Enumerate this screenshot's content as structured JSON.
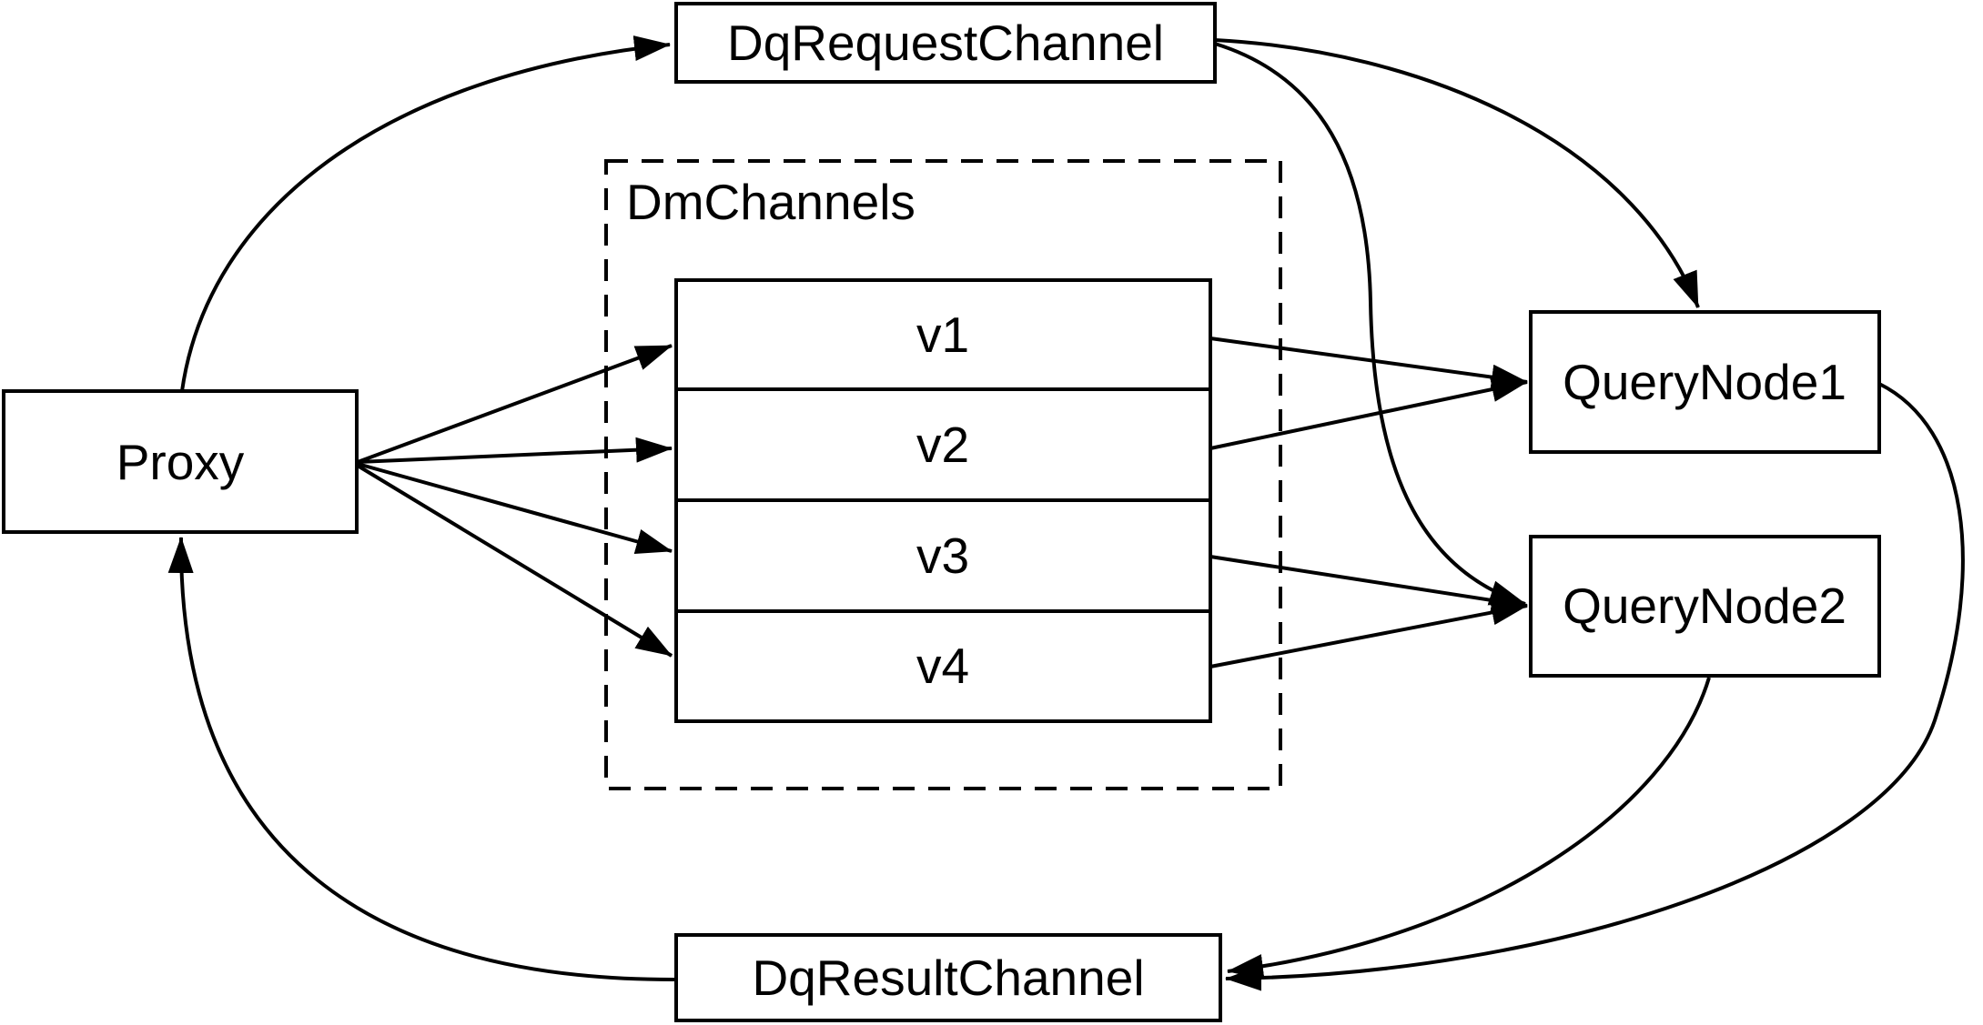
{
  "diagram": {
    "canvas": {
      "background_color": "#ffffff",
      "line_color": "#000000"
    },
    "nodes": {
      "proxy": {
        "label": "Proxy"
      },
      "dq_request_channel": {
        "label": "DqRequestChannel"
      },
      "dm_channels": {
        "label": "DmChannels",
        "style": "dashed-group"
      },
      "channels": [
        {
          "label": "v1"
        },
        {
          "label": "v2"
        },
        {
          "label": "v3"
        },
        {
          "label": "v4"
        }
      ],
      "query_node_1": {
        "label": "QueryNode1"
      },
      "query_node_2": {
        "label": "QueryNode2"
      },
      "dq_result_channel": {
        "label": "DqResultChannel"
      }
    },
    "edges": [
      {
        "from": "Proxy",
        "to": "DqRequestChannel"
      },
      {
        "from": "Proxy",
        "to": "v1"
      },
      {
        "from": "Proxy",
        "to": "v2"
      },
      {
        "from": "Proxy",
        "to": "v3"
      },
      {
        "from": "Proxy",
        "to": "v4"
      },
      {
        "from": "v1",
        "to": "QueryNode1"
      },
      {
        "from": "v2",
        "to": "QueryNode1"
      },
      {
        "from": "v3",
        "to": "QueryNode2"
      },
      {
        "from": "v4",
        "to": "QueryNode2"
      },
      {
        "from": "DqRequestChannel",
        "to": "QueryNode1"
      },
      {
        "from": "DqRequestChannel",
        "to": "QueryNode2"
      },
      {
        "from": "QueryNode1",
        "to": "DqResultChannel"
      },
      {
        "from": "QueryNode2",
        "to": "DqResultChannel"
      },
      {
        "from": "DqResultChannel",
        "to": "Proxy"
      }
    ]
  }
}
